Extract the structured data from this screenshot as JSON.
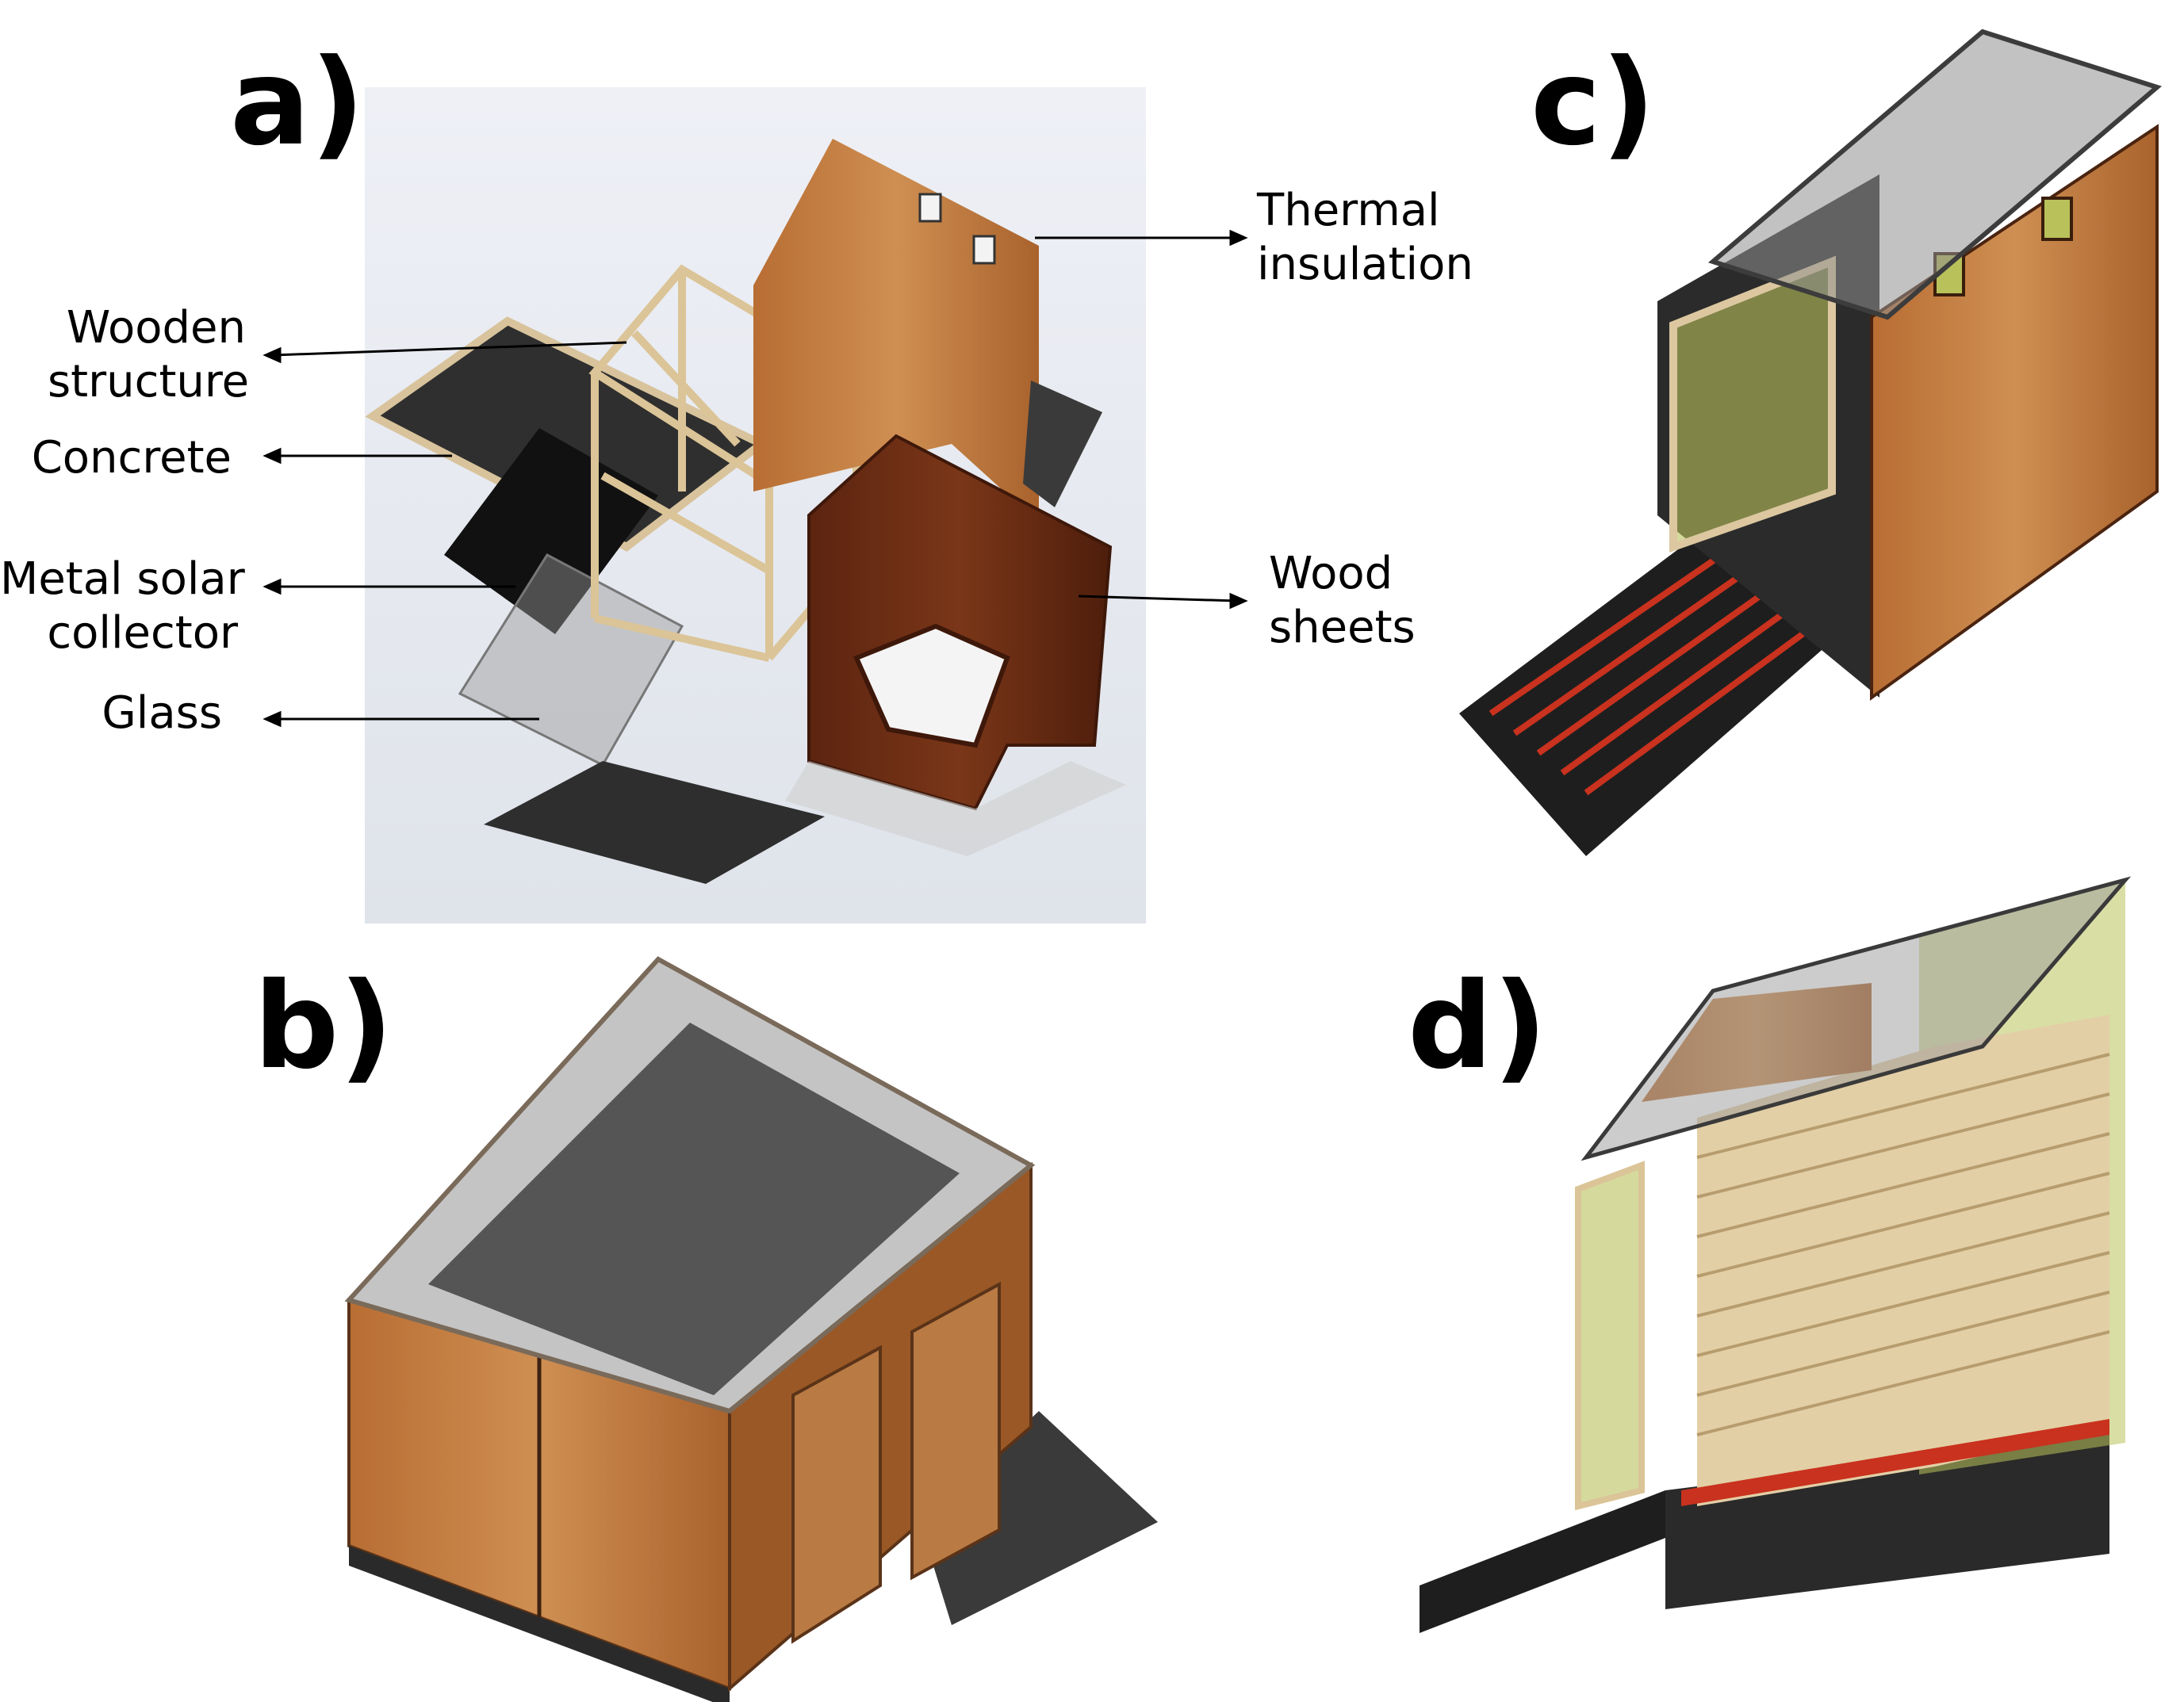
{
  "panels": {
    "a": "a)",
    "b": "b)",
    "c": "c)",
    "d": "d)"
  },
  "callouts": {
    "thermal_insulation": [
      "Thermal",
      "insulation"
    ],
    "wooden_structure": [
      "Wooden",
      "structure"
    ],
    "concrete": [
      "Concrete"
    ],
    "metal_solar_collector": [
      "Metal solar",
      "collector"
    ],
    "glass": [
      "Glass"
    ],
    "wood_sheets": [
      "Wood",
      "sheets"
    ]
  },
  "colors": {
    "wood_light": "#c88748",
    "wood_medium": "#b06c33",
    "wood_dark": "#6b2c14",
    "frame_beige": "#e3cfa6",
    "concrete_dark": "#2f2f2f",
    "collector_black": "#111111",
    "glass_grey": "#5f5f5f",
    "insulation_green": "#b9c25a",
    "heater_red": "#c8321e",
    "shadow": "#3a3a3a",
    "background_haze": "#e8ebf1"
  }
}
